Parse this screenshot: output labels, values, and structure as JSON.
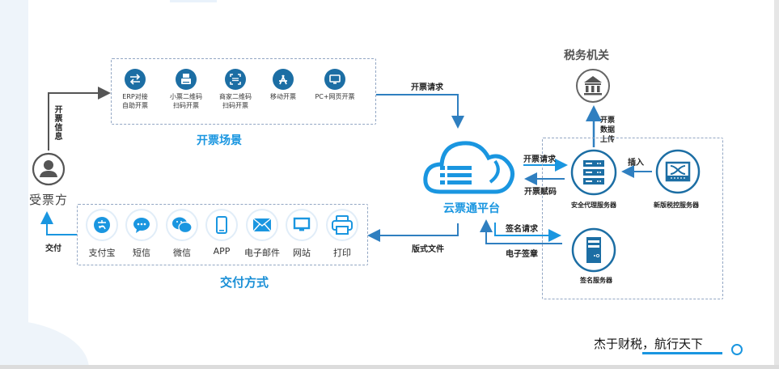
{
  "scenarios": {
    "title": "开票场景",
    "items": [
      {
        "icon": "erp-exchange-icon",
        "line1": "ERP对接",
        "line2": "自助开票"
      },
      {
        "icon": "receipt-printer-icon",
        "line1": "小票二维码",
        "line2": "扫码开票"
      },
      {
        "icon": "qr-scan-icon",
        "line1": "商家二维码",
        "line2": "扫码开票"
      },
      {
        "icon": "app-store-icon",
        "line1": "移动开票",
        "line2": ""
      },
      {
        "icon": "monitor-icon",
        "line1": "PC+网页开票",
        "line2": ""
      }
    ]
  },
  "delivery": {
    "title": "交付方式",
    "items": [
      {
        "icon": "alipay-icon",
        "label": "支付宝"
      },
      {
        "icon": "sms-icon",
        "label": "短信"
      },
      {
        "icon": "wechat-icon",
        "label": "微信"
      },
      {
        "icon": "phone-icon",
        "label": "APP"
      },
      {
        "icon": "email-icon",
        "label": "电子邮件"
      },
      {
        "icon": "website-icon",
        "label": "网站"
      },
      {
        "icon": "printer-icon",
        "label": "打印"
      }
    ]
  },
  "receiver": {
    "label": "受票方"
  },
  "platform": {
    "label": "云票通平台"
  },
  "tax_authority": {
    "label": "税务机关"
  },
  "servers": {
    "security_proxy": "安全代理服务器",
    "tax_control": "新版税控服务器",
    "signature": "签名服务器"
  },
  "arrows": {
    "invoice_info": "开票信息",
    "delivery": "交付",
    "invoice_request_top": "开票请求",
    "layout_file": "版式文件",
    "invoice_request_right": "开票请求",
    "invoice_code": "开票赋码",
    "upload_data": "开票数据上传",
    "plug_in": "插入",
    "sign_request": "签名请求",
    "e_seal": "电子签章"
  },
  "footer": {
    "slogan": "杰于财税，航行天下"
  },
  "colors": {
    "accent_blue": "#1a96e0",
    "dark_blue": "#1c6ea4",
    "arrow_blue": "#2f7fc0",
    "gray": "#555555"
  }
}
